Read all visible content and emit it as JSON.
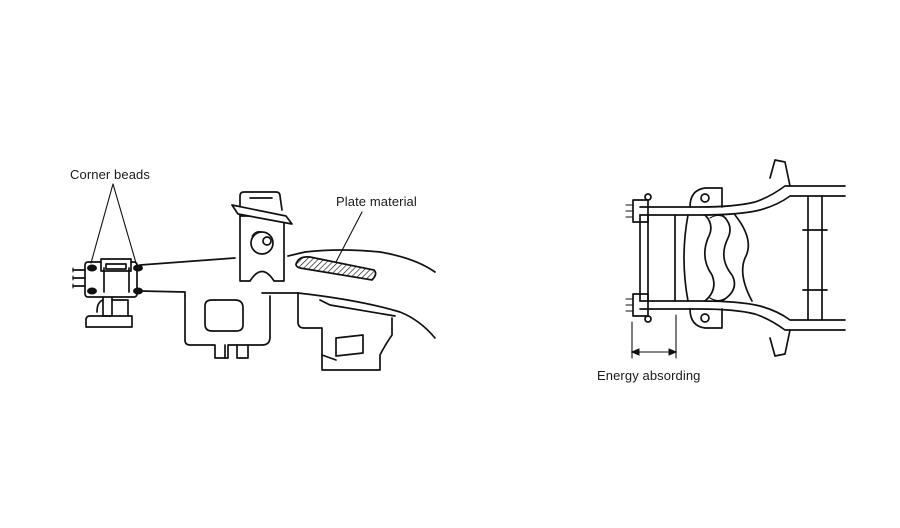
{
  "labels": {
    "corner_beads": "Corner beads",
    "plate_material": "Plate material",
    "energy_absorbing": "Energy absording"
  },
  "colors": {
    "ink": "#111111",
    "background": "#ffffff"
  }
}
